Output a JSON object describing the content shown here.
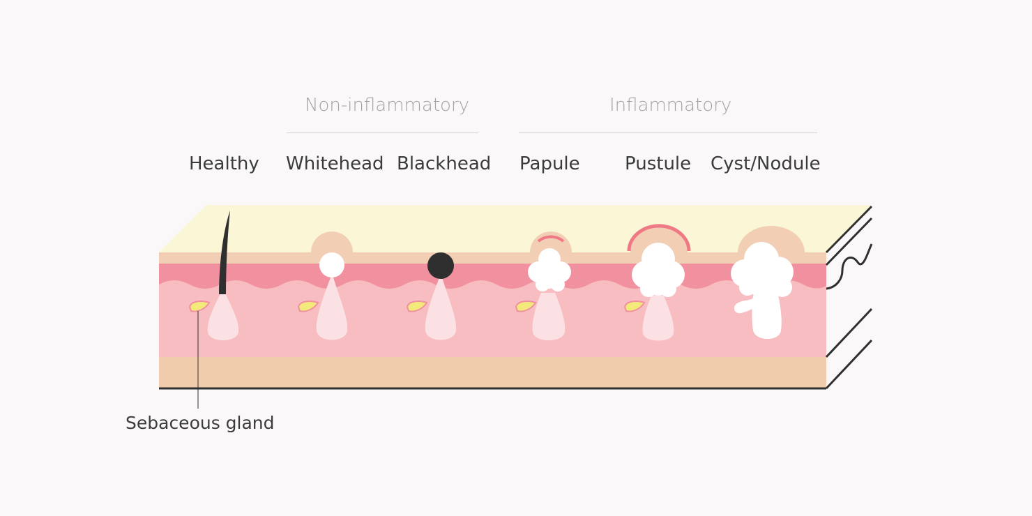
{
  "groups": {
    "non_inflammatory": "Non-inflammatory",
    "inflammatory": "Inflammatory"
  },
  "types": {
    "healthy": "Healthy",
    "whitehead": "Whitehead",
    "blackhead": "Blackhead",
    "papule": "Papule",
    "pustule": "Pustule",
    "cyst_nodule": "Cyst/Nodule"
  },
  "callout": "Sebaceous gland",
  "colors": {
    "skin_top": "#fbf6d5",
    "skin_surface": "#f2cfb4",
    "dermis_dark": "#f1909f",
    "dermis": "#f8bdc0",
    "subcutis": "#f0ccad",
    "follicle": "#fbe1e4",
    "gland": "#f4ea7c",
    "inflamed_rim": "#ef7a86",
    "blackhead": "#2f2f2f",
    "outline": "#2f2f2f"
  }
}
